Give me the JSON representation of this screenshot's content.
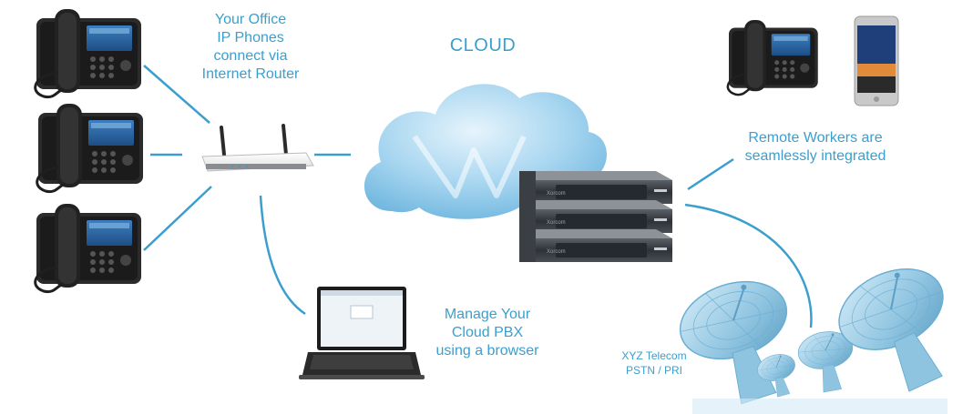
{
  "labels": {
    "office": [
      "Your Office",
      "IP Phones",
      "connect via",
      "Internet Router"
    ],
    "cloud": "CLOUD",
    "remote": [
      "Remote Workers are",
      "seamlessly integrated"
    ],
    "manage": [
      "Manage Your",
      "Cloud PBX",
      "using a browser"
    ],
    "telecom": [
      "XYZ Telecom",
      "PSTN / PRI"
    ]
  },
  "server_brand": "Xorcom",
  "colors": {
    "label_text": "#3a9fcf",
    "connector_line": "#3a9fcf",
    "cloud_fill": "#a8d6f0",
    "satellite_dish": "#8fc4e0"
  },
  "icons": [
    "desk-phone-icon",
    "router-icon",
    "cloud-icon",
    "server-rack-icon",
    "smartphone-icon",
    "laptop-icon",
    "satellite-dish-icon"
  ]
}
